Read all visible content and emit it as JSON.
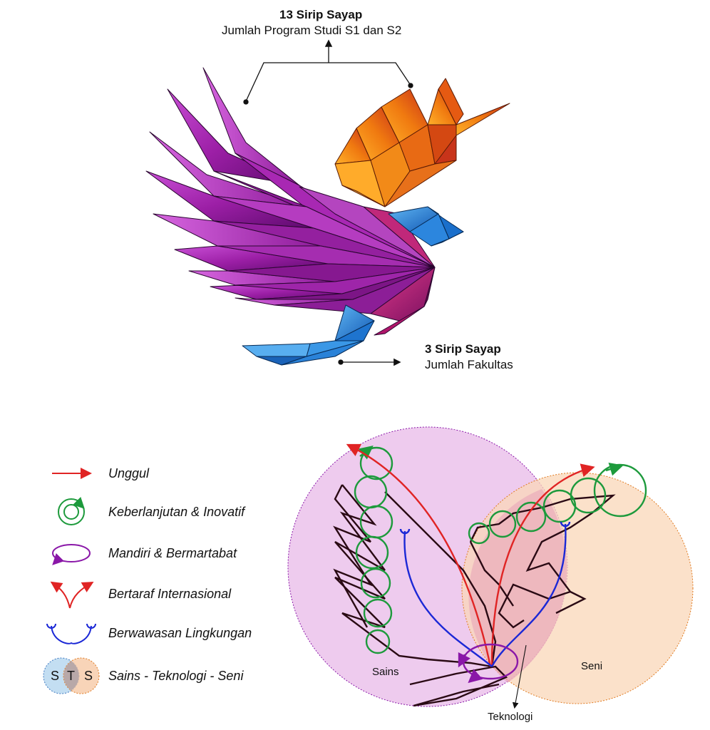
{
  "top_annotation": {
    "title": "13 Sirip Sayap",
    "subtitle": "Jumlah Program Studi S1 dan S2"
  },
  "bottom_annotation": {
    "title": "3 Sirip Sayap",
    "subtitle": "Jumlah Fakultas"
  },
  "legend": [
    {
      "icon": "red-arrow-icon",
      "label": "Unggul"
    },
    {
      "icon": "green-loop-icon",
      "label": "Keberlanjutan & Inovatif"
    },
    {
      "icon": "purple-ellipse-icon",
      "label": "Mandiri & Bermartabat"
    },
    {
      "icon": "red-split-arrow-icon",
      "label": "Bertaraf Internasional"
    },
    {
      "icon": "blue-branch-icon",
      "label": "Berwawasan Lingkungan"
    },
    {
      "icon": "venn-icon",
      "label": "Sains - Teknologi - Seni"
    }
  ],
  "venn_icon_letters": {
    "s1": "S",
    "t": "T",
    "s2": "S"
  },
  "regions": {
    "sains": "Sains",
    "seni": "Seni",
    "teknologi": "Teknologi"
  },
  "colors": {
    "purple_wing": "#9c1fa6",
    "orange_wing": "#f08a12",
    "blue_wing": "#1f7fd6",
    "sains_fill": "#eecbee",
    "seni_fill": "#f9d7b8",
    "red_arrow": "#e02424",
    "green_loop": "#1d9a3c",
    "purple_loop": "#8a17a8",
    "blue_branch": "#1b28d6"
  }
}
